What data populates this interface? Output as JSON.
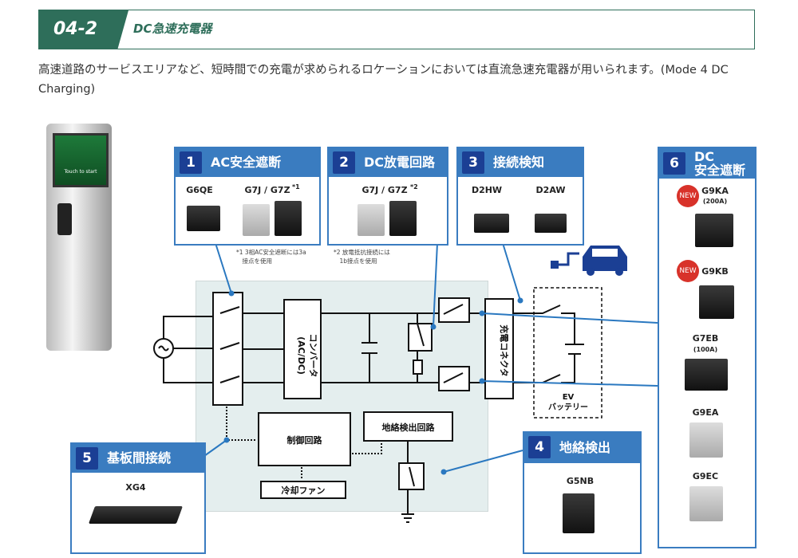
{
  "header": {
    "number": "04-2",
    "title": "DC急速充電器"
  },
  "description": "高速道路のサービスエリアなど、短時間での充電が求められるロケーションにおいては直流急速充電器が用いられます。(Mode 4 DC Charging)",
  "charger": {
    "screen_text": "Touch to start"
  },
  "boxes": [
    {
      "num": "1",
      "title": "AC安全遮断",
      "products": [
        "G6QE",
        "G7J / G7Z"
      ],
      "mark": "*1"
    },
    {
      "num": "2",
      "title": "DC放電回路",
      "products": [
        "G7J / G7Z"
      ],
      "mark": "*2"
    },
    {
      "num": "3",
      "title": "接続検知",
      "products": [
        "D2HW",
        "D2AW"
      ]
    },
    {
      "num": "4",
      "title": "地絡検出",
      "products": [
        "G5NB"
      ]
    },
    {
      "num": "5",
      "title": "基板間接続",
      "products": [
        "XG4"
      ]
    },
    {
      "num": "6",
      "title": "DC\n安全遮断",
      "products": [
        {
          "name": "G9KA",
          "spec": "(200A)",
          "badge": "NEW"
        },
        {
          "name": "G9KB",
          "badge": "NEW"
        },
        {
          "name": "G7EB",
          "spec": "(100A)"
        },
        {
          "name": "G9EA"
        },
        {
          "name": "G9EC"
        }
      ]
    }
  ],
  "notes": {
    "n1": "*1 3相AC安全遮断には3a\n　接点を使用",
    "n2": "*2 放電抵抗接続には\n　1b接点を使用"
  },
  "circuit": {
    "converter": "コンバータ\n(AC/DC)",
    "connector": "充電コネクタ",
    "ev": "EV\nバッテリー",
    "control": "制御回路",
    "ground_detect": "地絡検出回路",
    "fan": "冷却ファン"
  },
  "colors": {
    "green": "#2e6e5a",
    "blue": "#3a7cc0",
    "navy": "#1b3f94",
    "panel": "#e4eeee",
    "new_badge": "#d8322a"
  }
}
